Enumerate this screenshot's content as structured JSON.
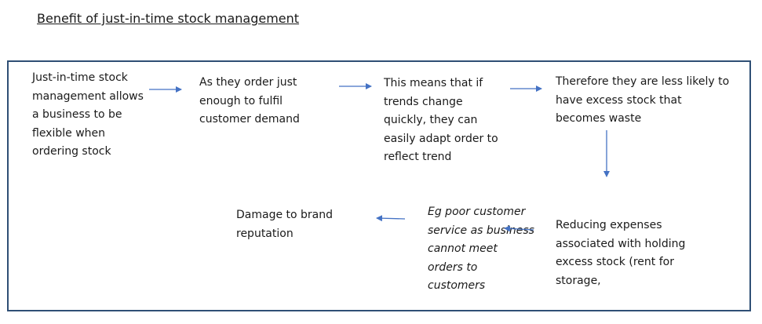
{
  "title": "Benefit of just-in-time stock management",
  "nodes": {
    "n1": "Just-in-time stock management allows a business to be flexible when ordering stock",
    "n2": "As they order just enough to fulfil customer demand",
    "n3": "This means that if trends change quickly, they can easily adapt order to reflect trend",
    "n4": "Therefore they are less likely to have excess stock that becomes waste",
    "n5": "Reducing expenses associated with holding excess stock (rent for storage,",
    "n6": "Eg poor customer service as business cannot meet orders to customers",
    "n7": "Damage to brand reputation"
  },
  "colors": {
    "arrow": "#4472c4",
    "frame": "#2f4f75"
  }
}
